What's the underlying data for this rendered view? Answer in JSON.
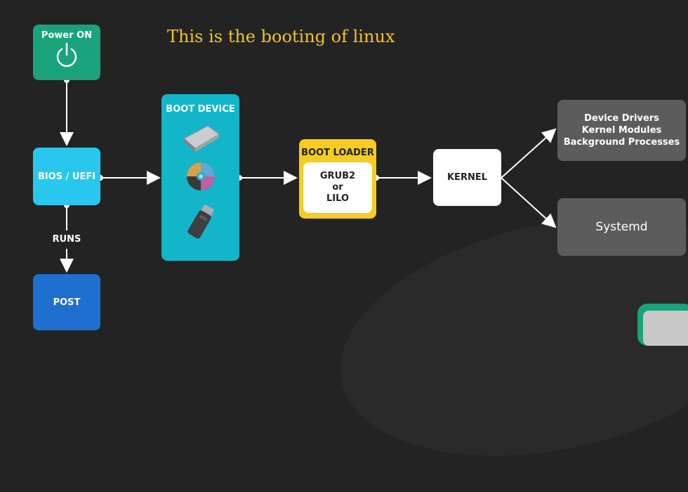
{
  "title": "This is the booting of linux",
  "nodes": {
    "power": "Power ON",
    "bios": "BIOS / UEFI",
    "post": "POST",
    "boot_device": "BOOT DEVICE",
    "boot_loader": "BOOT LOADER",
    "loader_line1": "GRUB2",
    "loader_line2": "or",
    "loader_line3": "LILO",
    "kernel": "KERNEL",
    "out1_line1": "Device Drivers",
    "out1_line2": "Kernel Modules",
    "out1_line3": "Background Processes",
    "out2": "Systemd"
  },
  "edge_labels": {
    "runs": "RUNS"
  },
  "colors": {
    "power": "#1aa37a",
    "bios": "#29c7ee",
    "post": "#1e6fd0",
    "boot_device": "#13b6c9",
    "boot_loader": "#f6cc21",
    "kernel": "#ffffff",
    "outputs": "#5c5c5c",
    "title": "#f5c518"
  },
  "icons": [
    "power-icon",
    "laptop-drive-icon",
    "cd-disc-icon",
    "usb-drive-icon"
  ]
}
